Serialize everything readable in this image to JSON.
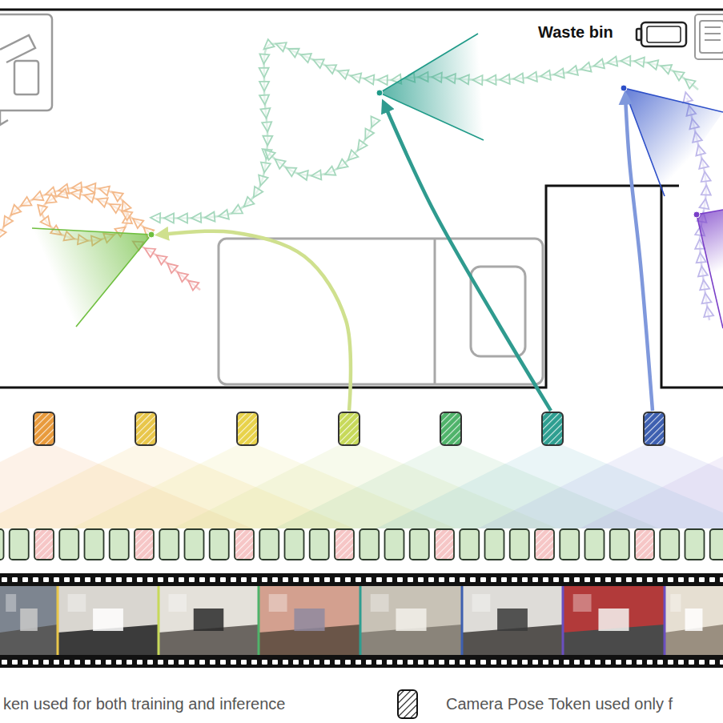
{
  "diagram": {
    "labels": [
      "Waste bin"
    ],
    "legend": [
      {
        "text": "ken used for both training and inference"
      },
      {
        "text": "Camera Pose Token used only f"
      }
    ]
  }
}
